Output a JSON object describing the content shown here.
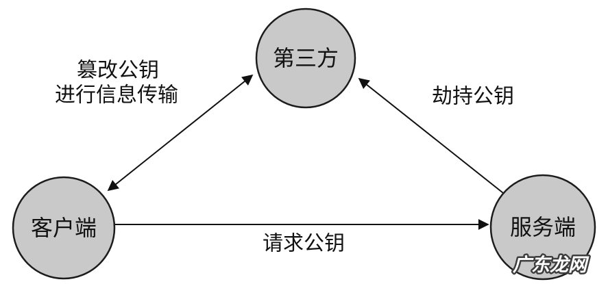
{
  "diagram": {
    "nodes": {
      "third_party": {
        "label": "第三方"
      },
      "client": {
        "label": "客户端"
      },
      "server": {
        "label": "服务端"
      }
    },
    "edges": {
      "client_third_party": {
        "label_line1": "篡改公钥",
        "label_line2": "进行信息传输",
        "direction": "bidirectional"
      },
      "server_third_party": {
        "label": "劫持公钥",
        "direction": "server-to-third_party"
      },
      "client_server": {
        "label": "请求公钥",
        "direction": "client-to-server"
      }
    },
    "watermark": {
      "text": "广东龙网"
    },
    "colors": {
      "background": "#ffffff",
      "node_fill": "#c9c9c9",
      "node_stroke": "#1c1c1c",
      "line": "#111111",
      "watermark_fill": "#ffffff",
      "watermark_outline": "#3d3d3d"
    }
  }
}
